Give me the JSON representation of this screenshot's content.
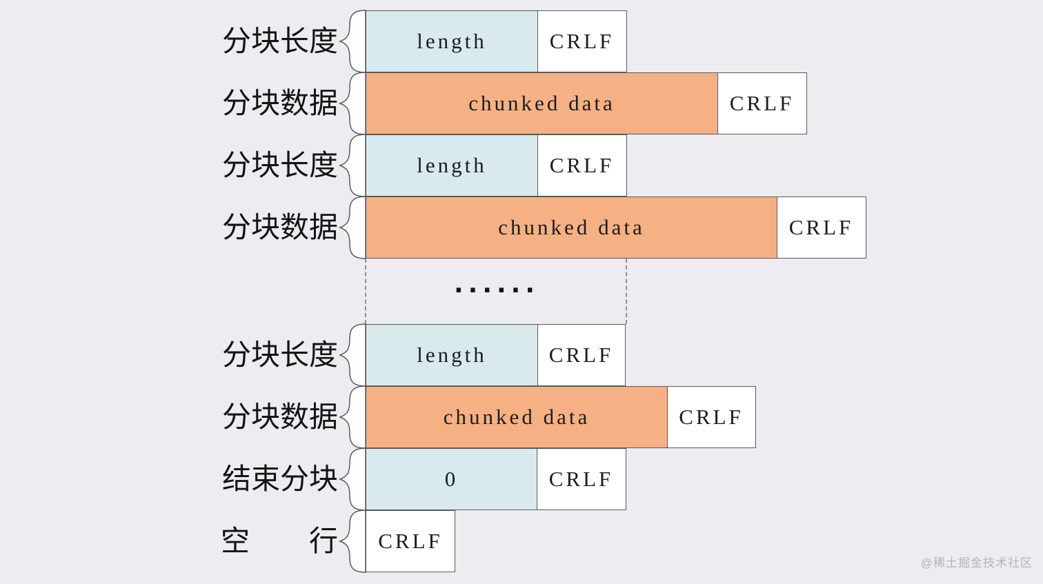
{
  "diagram": {
    "title_hidden": "",
    "rows": [
      {
        "label": "分块长度",
        "cells": [
          {
            "type": "length",
            "text": "length"
          },
          {
            "type": "crlf",
            "text": "CRLF"
          }
        ]
      },
      {
        "label": "分块数据",
        "cells": [
          {
            "type": "data",
            "text": "chunked data"
          },
          {
            "type": "crlf",
            "text": "CRLF"
          }
        ]
      },
      {
        "label": "分块长度",
        "cells": [
          {
            "type": "length",
            "text": "length"
          },
          {
            "type": "crlf",
            "text": "CRLF"
          }
        ]
      },
      {
        "label": "分块数据",
        "cells": [
          {
            "type": "data",
            "text": "chunked data"
          },
          {
            "type": "crlf",
            "text": "CRLF"
          }
        ]
      },
      {
        "label": "分块长度",
        "cells": [
          {
            "type": "length",
            "text": "length"
          },
          {
            "type": "crlf",
            "text": "CRLF"
          }
        ]
      },
      {
        "label": "分块数据",
        "cells": [
          {
            "type": "data",
            "text": "chunked data"
          },
          {
            "type": "crlf",
            "text": "CRLF"
          }
        ]
      },
      {
        "label": "结束分块",
        "cells": [
          {
            "type": "length",
            "text": "0"
          },
          {
            "type": "crlf",
            "text": "CRLF"
          }
        ]
      },
      {
        "label_left": "空",
        "label_right": "行",
        "cells": [
          {
            "type": "crlf",
            "text": "CRLF"
          }
        ]
      }
    ],
    "ellipsis": "······",
    "colors": {
      "background": "#edecf1",
      "length_box": "#d8eaee",
      "data_box": "#f5b183",
      "crlf_box": "#ffffff",
      "border": "#595959",
      "dashed_line": "#8f8d94"
    }
  },
  "watermark": {
    "text": "@稀土掘金技术社区",
    "color": "#b5b3bb"
  }
}
